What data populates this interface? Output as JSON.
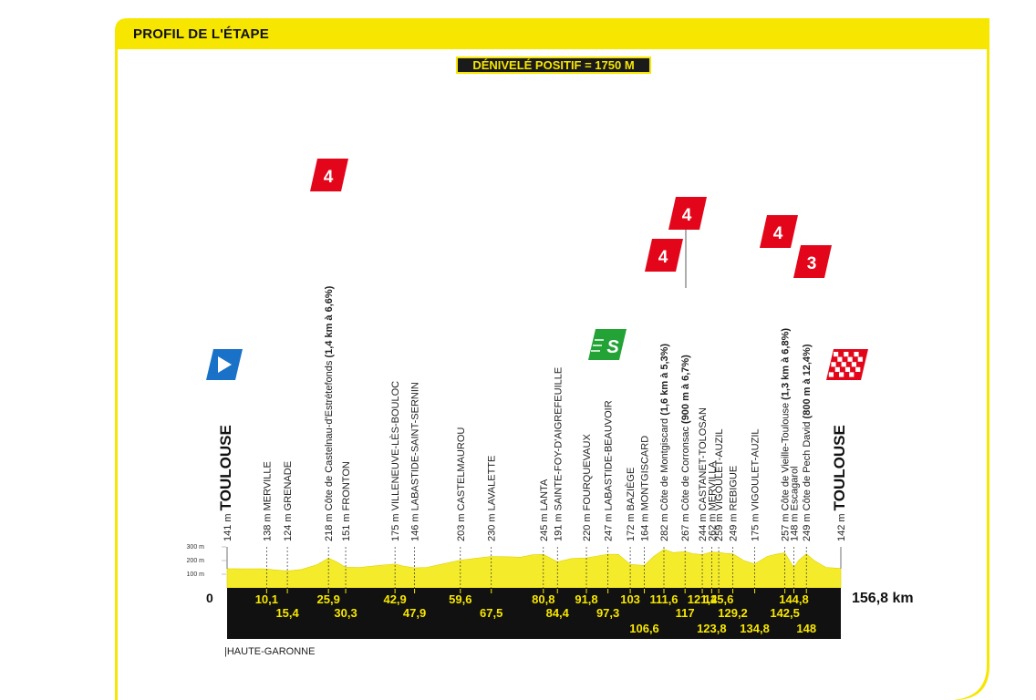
{
  "colors": {
    "yellow": "#f7e600",
    "band": "#f4ec2a",
    "black": "#111111",
    "climb": "#e3061a",
    "sprint": "#23a336",
    "start": "#1a72c8"
  },
  "header": {
    "title": "PROFIL DE L'ÉTAPE"
  },
  "badge": {
    "text": "DÉNIVELÉ POSITIF = 1750 M"
  },
  "department": "|HAUTE-GARONNE",
  "chart_data": {
    "type": "area",
    "title": "PROFIL DE L'ÉTAPE",
    "subtitle": "DÉNIVELÉ POSITIF = 1750 M",
    "x_start_label": "0",
    "x_end_label": "156,8 km",
    "xlim": [
      0,
      156.8
    ],
    "ylim": [
      0,
      300
    ],
    "y_ticks": [
      {
        "value": 100,
        "label": "100 m"
      },
      {
        "value": 200,
        "label": "200 m"
      },
      {
        "value": 300,
        "label": "300 m"
      }
    ],
    "profile": [
      [
        0,
        141
      ],
      [
        3,
        139
      ],
      [
        6,
        140
      ],
      [
        9,
        139
      ],
      [
        10.1,
        138
      ],
      [
        12,
        132
      ],
      [
        15.4,
        124
      ],
      [
        19,
        135
      ],
      [
        23,
        170
      ],
      [
        25.9,
        218
      ],
      [
        28,
        190
      ],
      [
        30.3,
        151
      ],
      [
        34,
        150
      ],
      [
        38,
        162
      ],
      [
        41,
        170
      ],
      [
        42.9,
        175
      ],
      [
        45,
        160
      ],
      [
        47.9,
        146
      ],
      [
        51,
        150
      ],
      [
        55,
        175
      ],
      [
        59.6,
        203
      ],
      [
        63,
        215
      ],
      [
        67.5,
        230
      ],
      [
        71,
        228
      ],
      [
        75,
        225
      ],
      [
        78,
        242
      ],
      [
        80.8,
        245
      ],
      [
        84.4,
        191
      ],
      [
        88,
        215
      ],
      [
        91.8,
        220
      ],
      [
        94,
        230
      ],
      [
        97.3,
        247
      ],
      [
        100,
        245
      ],
      [
        103,
        172
      ],
      [
        106.6,
        164
      ],
      [
        109,
        230
      ],
      [
        111.6,
        282
      ],
      [
        114,
        258
      ],
      [
        117,
        267
      ],
      [
        119,
        250
      ],
      [
        121.4,
        244
      ],
      [
        123.8,
        262
      ],
      [
        125.6,
        259
      ],
      [
        127.5,
        252
      ],
      [
        129.2,
        249
      ],
      [
        132,
        200
      ],
      [
        134.8,
        175
      ],
      [
        138,
        230
      ],
      [
        140,
        245
      ],
      [
        142.5,
        257
      ],
      [
        144.8,
        148
      ],
      [
        146,
        200
      ],
      [
        148,
        249
      ],
      [
        150,
        200
      ],
      [
        153,
        150
      ],
      [
        156.8,
        142
      ]
    ],
    "points": [
      {
        "km": 0,
        "name": "TOULOUSE",
        "alt": "141 m",
        "major": true,
        "icon": "start"
      },
      {
        "km": 10.1,
        "name": "MERVILLE",
        "alt": "138 m"
      },
      {
        "km": 15.4,
        "name": "GRENADE",
        "alt": "124 m"
      },
      {
        "km": 25.9,
        "name": "Côte de Castelnau-d'Estrétefonds",
        "detail": "(1,4 km à 6,6%)",
        "alt": "218 m",
        "climb": "4"
      },
      {
        "km": 30.3,
        "name": "FRONTON",
        "alt": "151 m"
      },
      {
        "km": 42.9,
        "name": "VILLENEUVE-LÈS-BOULOC",
        "alt": "175 m"
      },
      {
        "km": 47.9,
        "name": "LABASTIDE-SAINT-SERNIN",
        "alt": "146 m"
      },
      {
        "km": 59.6,
        "name": "CASTELMAUROU",
        "alt": "203 m"
      },
      {
        "km": 67.5,
        "name": "LAVALETTE",
        "alt": "230 m"
      },
      {
        "km": 80.8,
        "name": "LANTA",
        "alt": "245 m"
      },
      {
        "km": 84.4,
        "name": "SAINTE-FOY-D'AIGREFEUILLE",
        "alt": "191 m"
      },
      {
        "km": 91.8,
        "name": "FOURQUEVAUX",
        "alt": "220 m"
      },
      {
        "km": 97.3,
        "name": "LABASTIDE-BEAUVOIR",
        "alt": "247 m",
        "sprint": "S"
      },
      {
        "km": 103,
        "name": "BAZIÈGE",
        "alt": "172 m"
      },
      {
        "km": 106.6,
        "name": "MONTGISCARD",
        "alt": "164 m"
      },
      {
        "km": 111.6,
        "name": "Côte de Montgiscard",
        "detail": "(1,6 km à 5,3%)",
        "alt": "282 m",
        "climb": "4"
      },
      {
        "km": 117,
        "name": "Côte de Corronsac",
        "detail": "(900 m à 6,7%)",
        "alt": "267 m",
        "climb": "4"
      },
      {
        "km": 121.4,
        "name": "CASTANET-TOLOSAN",
        "alt": "244 m"
      },
      {
        "km": 123.8,
        "name": "MERVILLA",
        "alt": "262 m"
      },
      {
        "km": 125.6,
        "name": "VIGOULET-AUZIL",
        "alt": "259 m"
      },
      {
        "km": 129.2,
        "name": "REBIGUE",
        "alt": "249 m"
      },
      {
        "km": 134.8,
        "name": "VIGOULET-AUZIL",
        "alt": "175 m"
      },
      {
        "km": 142.5,
        "name": "Côte de Vieille-Toulouse",
        "detail": "(1,3 km à 6,8%)",
        "alt": "257 m",
        "climb": "4"
      },
      {
        "km": 144.8,
        "name": "Escagarol",
        "alt": "148 m"
      },
      {
        "km": 148,
        "name": "Côte de Pech David",
        "detail": "(800 m à 12,4%)",
        "alt": "249 m",
        "climb": "3"
      },
      {
        "km": 156.8,
        "name": "TOULOUSE",
        "alt": "142 m",
        "major": true,
        "icon": "finish"
      }
    ],
    "km_labels": [
      "10,1",
      "15,4",
      "25,9",
      "30,3",
      "42,9",
      "47,9",
      "59,6",
      "67,5",
      "80,8",
      "84,4",
      "91,8",
      "97,3",
      "103",
      "106,6",
      "111,6",
      "117",
      "121,4",
      "123,8",
      "125,6",
      "129,2",
      "134,8",
      "142,5",
      "144,8",
      "148"
    ]
  }
}
